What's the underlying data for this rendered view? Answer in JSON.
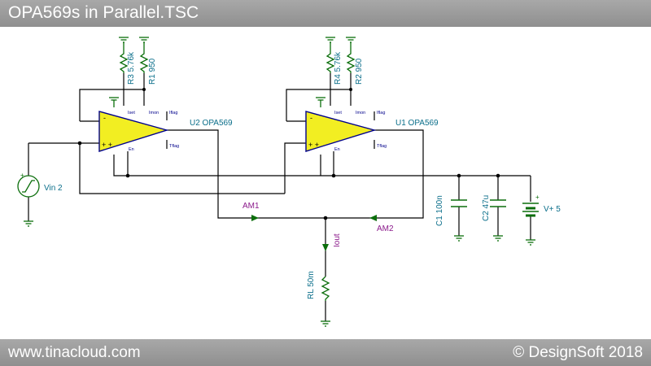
{
  "window": {
    "title": "OPA569s in Parallel.TSC"
  },
  "footer": {
    "left": "www.tinacloud.com",
    "right": "© DesignSoft 2018"
  },
  "colors": {
    "wire": "#000000",
    "component": "#0b6e0b",
    "label": "#0a6e8a",
    "ammeter": "#8b1a8b",
    "opamp_fill": "#f2ee22",
    "opamp_stroke": "#00008b",
    "bar": "#9a9a9a"
  },
  "components": {
    "u2": {
      "label": "U2 OPA569",
      "pins": {
        "iset": "Iset",
        "imon": "Imon",
        "iflag": "Iflag",
        "tflag": "Tflag",
        "en": "En"
      }
    },
    "u1": {
      "label": "U1 OPA569",
      "pins": {
        "iset": "Iset",
        "imon": "Imon",
        "iflag": "Iflag",
        "tflag": "Tflag",
        "en": "En"
      }
    },
    "r3": "R3 5.76k",
    "r1": "R1 950",
    "r4": "R4 5.76k",
    "r2": "R2 950",
    "vin": "Vin 2",
    "am1": "AM1",
    "am2": "AM2",
    "iout": "Iout",
    "rl": "RL 50m",
    "c1": "C1 100n",
    "c2": "C2 47u",
    "vplus": "V+ 5"
  }
}
